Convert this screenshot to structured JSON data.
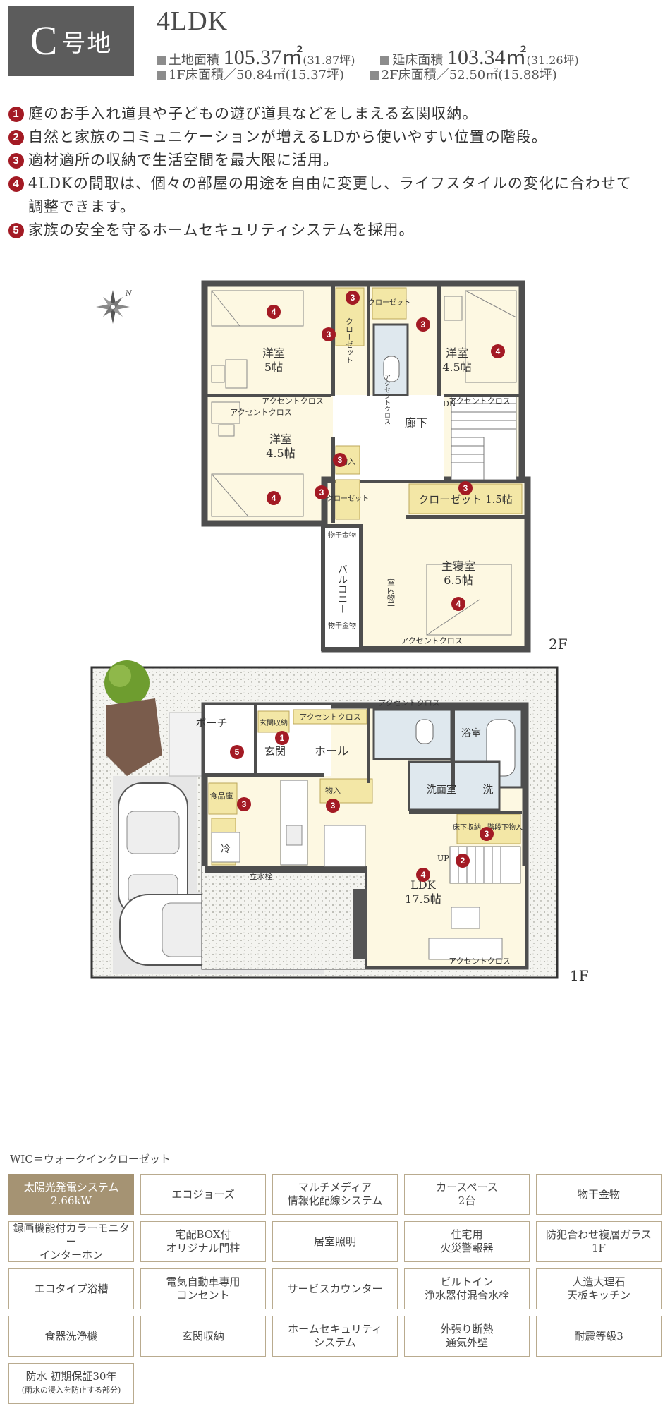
{
  "header": {
    "lot_letter": "C",
    "lot_suffix": "号地",
    "layout": "4LDK",
    "land_area_label": "土地面積",
    "land_area_value": "105.37㎡",
    "land_area_tsubo": "(31.87坪)",
    "floor_area_label": "延床面積",
    "floor_area_value": "103.34㎡",
    "floor_area_tsubo": "(31.26坪)",
    "f1_area": "1F床面積／50.84㎡(15.37坪)",
    "f2_area": "2F床面積／52.50㎡(15.88坪)"
  },
  "features": [
    {
      "num": "1",
      "text": "庭のお手入れ道具や子どもの遊び道具などをしまえる玄関収納。"
    },
    {
      "num": "2",
      "text": "自然と家族のコミュニケーションが増えるLDから使いやすい位置の階段。"
    },
    {
      "num": "3",
      "text": "適材適所の収納で生活空間を最大限に活用。"
    },
    {
      "num": "4",
      "text": "4LDKの間取は、個々の部屋の用途を自由に変更し、ライフスタイルの変化に合わせて\n調整できます。"
    },
    {
      "num": "5",
      "text": "家族の安全を守るホームセキュリティシステムを採用。"
    }
  ],
  "plan": {
    "compass": "N",
    "floor2_label": "2F",
    "floor1_label": "1F",
    "f2": {
      "room_w5": "洋室",
      "room_w5_size": "5帖",
      "room_e45": "洋室",
      "room_e45_size": "4.5帖",
      "room_sw": "洋室",
      "room_sw_size": "4.5帖",
      "closet_a": "クローゼット",
      "closet_b": "クローゼット",
      "closet_c": "クローゼット",
      "monoire": "物入",
      "hallway": "廊下",
      "dn": "DN",
      "wic": "クローゼット 1.5帖",
      "master": "主寝室",
      "master_size": "6.5帖",
      "indoor_dry": "室内物干",
      "balcony": "バルコニー",
      "dry_hw_top": "物干金物",
      "dry_hw_bottom": "物干金物",
      "accent_1": "アクセントクロス",
      "accent_2": "アクセントクロス",
      "accent_3": "アクセントクロス",
      "accent_4": "アクセントクロス",
      "accent_5": "アクセントクロス"
    },
    "f1": {
      "porch": "ポーチ",
      "genkan_storage": "玄関収納",
      "genkan": "玄関",
      "hall": "ホール",
      "accent_hall": "アクセントクロス",
      "accent_toilet": "アクセントクロス",
      "accent_ldk": "アクセントクロス",
      "bath": "浴室",
      "washroom": "洗面室",
      "washer": "洗",
      "monoire": "物入",
      "pantry": "食品庫",
      "underfloor": "床下収納",
      "under_stair": "階段下物入",
      "up": "UP",
      "ldk": "LDK",
      "ldk_size": "17.5帖",
      "fridge": "冷",
      "water_post": "立水栓"
    },
    "markers": {
      "f2_m4_a": "4",
      "f2_m3_a": "3",
      "f2_m3_b": "3",
      "f2_m3_c": "3",
      "f2_m4_b": "4",
      "f2_m3_d": "3",
      "f2_m3_e": "3",
      "f2_m4_c": "4",
      "f2_m3_f": "3",
      "f2_m4_d": "4",
      "f1_m1": "1",
      "f1_m5": "5",
      "f1_m3_a": "3",
      "f1_m3_b": "3",
      "f1_m3_c": "3",
      "f1_m2": "2",
      "f1_m4": "4"
    }
  },
  "wic_note": "WIC＝ウォークインクローゼット",
  "equipment": [
    {
      "label": "太陽光発電システム\n2.66kW",
      "highlight": true
    },
    {
      "label": "エコジョーズ"
    },
    {
      "label": "マルチメディア\n情報化配線システム"
    },
    {
      "label": "カースペース\n2台"
    },
    {
      "label": "物干金物"
    },
    {
      "label": "録画機能付カラーモニター\nインターホン"
    },
    {
      "label": "宅配BOX付\nオリジナル門柱"
    },
    {
      "label": "居室照明"
    },
    {
      "label": "住宅用\n火災警報器"
    },
    {
      "label": "防犯合わせ複層ガラス\n1F"
    },
    {
      "label": "エコタイプ浴槽"
    },
    {
      "label": "電気自動車専用\nコンセント"
    },
    {
      "label": "サービスカウンター"
    },
    {
      "label": "ビルトイン\n浄水器付混合水栓"
    },
    {
      "label": "人造大理石\n天板キッチン"
    },
    {
      "label": "食器洗浄機"
    },
    {
      "label": "玄関収納"
    },
    {
      "label": "ホームセキュリティ\nシステム"
    },
    {
      "label": "外張り断熱\n通気外壁"
    },
    {
      "label": "耐震等級3"
    },
    {
      "label": "防水 初期保証30年",
      "sub": "(雨水の浸入を防止する部分)"
    }
  ]
}
